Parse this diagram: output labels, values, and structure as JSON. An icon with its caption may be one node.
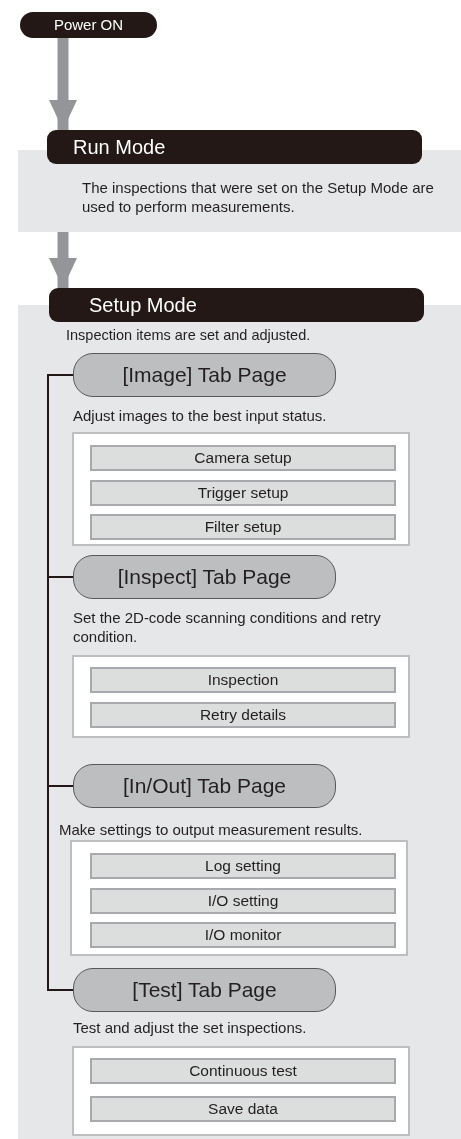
{
  "diagram": {
    "nodes": [
      {
        "text": [
          "Power ON"
        ]
      },
      {
        "text": [
          "Run Mode",
          "The inspections that were set on the Setup Mode are used to perform measurements."
        ]
      },
      {
        "text": [
          "Setup Mode",
          "Inspection items are set and adjusted."
        ]
      },
      {
        "text": [
          "[Image] Tab Page"
        ],
        "in": 2,
        "beside": [
          "Adjust images to the best input status."
        ]
      },
      {
        "text": [],
        "shape": "box",
        "in": 2
      },
      {
        "text": [
          "Camera setup"
        ],
        "in": 4
      },
      {
        "text": [
          "Trigger setup"
        ],
        "in": 4
      },
      {
        "text": [
          "Filter setup"
        ],
        "in": 4
      },
      {
        "text": [
          "[Inspect] Tab Page"
        ],
        "in": 2,
        "beside": [
          "Set the 2D-code scanning conditions and retry condition."
        ]
      },
      {
        "text": [],
        "shape": "box",
        "in": 2
      },
      {
        "text": [
          "Inspection"
        ],
        "in": 9
      },
      {
        "text": [
          "Retry details"
        ],
        "in": 9
      },
      {
        "text": [
          "[In/Out] Tab Page"
        ],
        "in": 2,
        "beside": [
          "Make settings to output measurement results."
        ]
      },
      {
        "text": [],
        "shape": "box",
        "in": 2
      },
      {
        "text": [
          "Log setting"
        ],
        "in": 13
      },
      {
        "text": [
          "I/O setting"
        ],
        "in": 13
      },
      {
        "text": [
          "I/O monitor"
        ],
        "in": 13
      },
      {
        "text": [
          "[Test] Tab Page"
        ],
        "in": 2,
        "beside": [
          "Test and adjust the set inspections."
        ]
      },
      {
        "text": [],
        "shape": "box",
        "in": 2
      },
      {
        "text": [
          "Continuous test"
        ],
        "in": 18
      },
      {
        "text": [
          "Save data"
        ],
        "in": 18
      }
    ],
    "edges": [
      {
        "from": 0,
        "to": 1,
        "arrow": "to",
        "style": "thick",
        "color": "#939598"
      },
      {
        "from": 1,
        "to": 2,
        "arrow": "to",
        "style": "thick",
        "color": "#939598"
      },
      {
        "from": 3,
        "to": 8,
        "arrow": "none"
      },
      {
        "from": 8,
        "to": 12,
        "arrow": "none"
      },
      {
        "from": 12,
        "to": 17,
        "arrow": "none"
      }
    ]
  }
}
